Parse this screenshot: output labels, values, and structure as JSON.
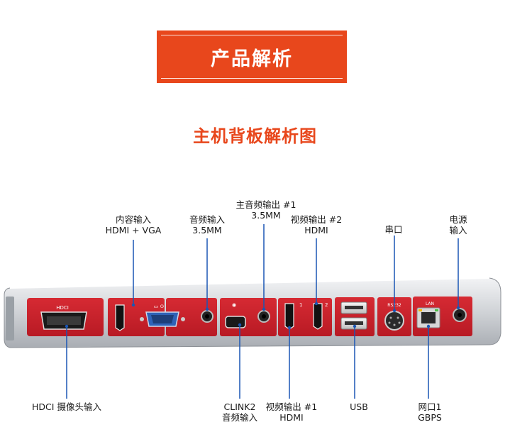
{
  "header": {
    "title": "产品解析"
  },
  "diagram": {
    "subtitle": "主机背板解析图",
    "colors": {
      "accent": "#e8471c",
      "panel_red": "#cc1f2b",
      "leader_line": "#1a56b4",
      "chassis": "#d8dadd"
    },
    "labels_top": [
      {
        "id": "content-input",
        "lines": [
          "内容输入",
          "HDMI + VGA"
        ]
      },
      {
        "id": "audio-input",
        "lines": [
          "音频输入",
          "3.5MM"
        ]
      },
      {
        "id": "main-audio-output",
        "lines": [
          "主音频输出 #1",
          "3.5MM"
        ]
      },
      {
        "id": "video-output-2",
        "lines": [
          "视频输出 #2",
          "HDMI"
        ]
      },
      {
        "id": "serial-port",
        "lines": [
          "串口"
        ]
      },
      {
        "id": "power-input",
        "lines": [
          "电源",
          "输入"
        ]
      }
    ],
    "labels_bottom": [
      {
        "id": "hdci-camera-input",
        "lines": [
          "HDCI 摄像头输入"
        ]
      },
      {
        "id": "clink2-audio-input",
        "lines": [
          "CLINK2",
          "音频输入"
        ]
      },
      {
        "id": "video-output-1",
        "lines": [
          "视频输出 #1",
          "HDMI"
        ]
      },
      {
        "id": "usb",
        "lines": [
          "USB"
        ]
      },
      {
        "id": "network-port",
        "lines": [
          "网口1",
          "GBPS"
        ]
      }
    ]
  }
}
